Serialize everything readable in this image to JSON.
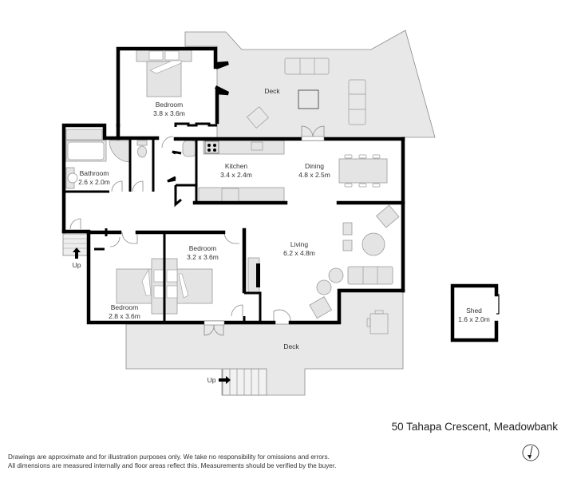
{
  "floorplan": {
    "rooms": [
      {
        "id": "bedroom-1",
        "name": "Bedroom",
        "size": "3.8 x 3.6m"
      },
      {
        "id": "deck-top",
        "name": "Deck",
        "size": ""
      },
      {
        "id": "bathroom",
        "name": "Bathroom",
        "size": "2.6 x 2.0m"
      },
      {
        "id": "kitchen",
        "name": "Kitchen",
        "size": "3.4 x 2.4m"
      },
      {
        "id": "dining",
        "name": "Dining",
        "size": "4.8 x 2.5m"
      },
      {
        "id": "living",
        "name": "Living",
        "size": "6.2 x 4.8m"
      },
      {
        "id": "bedroom-2",
        "name": "Bedroom",
        "size": "3.2 x 3.6m"
      },
      {
        "id": "bedroom-3",
        "name": "Bedroom",
        "size": "2.8 x 3.6m"
      },
      {
        "id": "deck-bottom",
        "name": "Deck",
        "size": ""
      },
      {
        "id": "shed",
        "name": "Shed",
        "size": "1.6 x 2.0m"
      }
    ],
    "stairs": [
      {
        "label": "Up",
        "direction": "up"
      },
      {
        "label": "Up",
        "direction": "right"
      }
    ],
    "compass_icon": "north-arrow-icon"
  },
  "address": "50 Tahapa  Crescent, Meadowbank",
  "disclaimer": {
    "line1": "Drawings are approximate and for illustration purposes only. We take no responsibility for omissions and errors.",
    "line2": "All dimensions are measured internally and floor areas reflect this. Measurements should be verified by the buyer."
  }
}
